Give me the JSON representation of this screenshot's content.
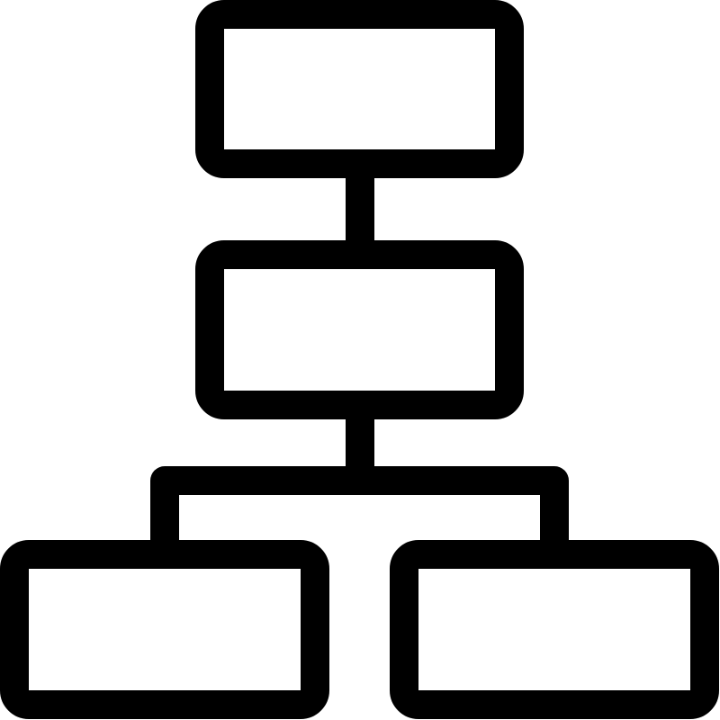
{
  "icon": {
    "name": "hierarchy-icon",
    "stroke_color": "#000000",
    "background_color": "#ffffff"
  },
  "diagram": {
    "type": "hierarchy",
    "nodes": [
      {
        "id": "top-node",
        "level": 1,
        "label": ""
      },
      {
        "id": "middle-node",
        "level": 2,
        "label": ""
      },
      {
        "id": "bottom-left-node",
        "level": 3,
        "label": ""
      },
      {
        "id": "bottom-right-node",
        "level": 3,
        "label": ""
      }
    ],
    "edges": [
      {
        "from": "top-node",
        "to": "middle-node"
      },
      {
        "from": "middle-node",
        "to": "bottom-left-node"
      },
      {
        "from": "middle-node",
        "to": "bottom-right-node"
      }
    ]
  }
}
